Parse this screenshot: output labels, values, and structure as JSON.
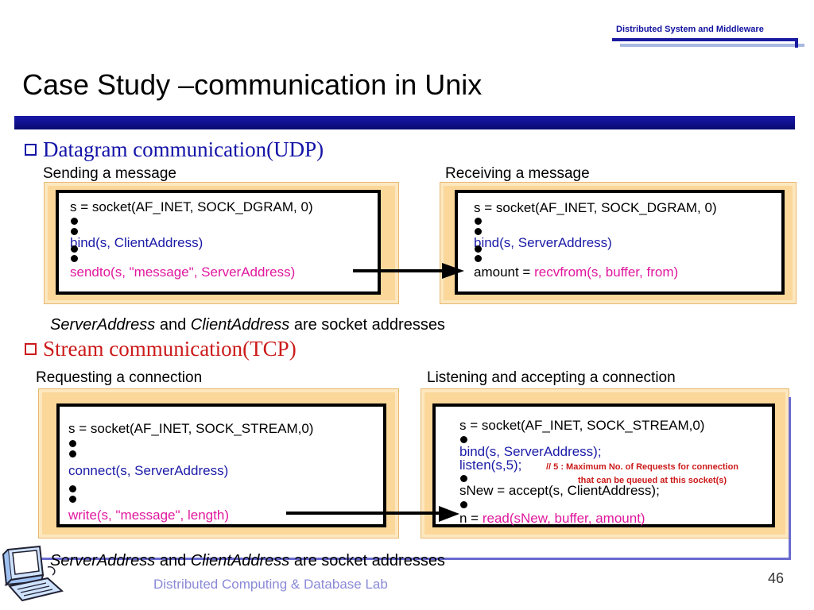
{
  "header": {
    "course_label": "Distributed System and Middleware",
    "title": "Case Study –communication in Unix"
  },
  "udp": {
    "heading": "Datagram communication(UDP)",
    "sender": {
      "caption": "Sending a message",
      "line1": "s = socket(AF_INET, SOCK_DGRAM, 0)",
      "line2": "bind(s, ClientAddress)",
      "line3": "sendto(s, \"message\", ServerAddress)"
    },
    "receiver": {
      "caption": "Receiving a message",
      "line1": "s = socket(AF_INET, SOCK_DGRAM, 0)",
      "line2": "bind(s, ServerAddress)",
      "line3_prefix": "amount = ",
      "line3_call": "recvfrom(s, buffer, from)"
    },
    "footnote": {
      "term1": "ServerAddress",
      "and": " and ",
      "term2": "ClientAddress",
      "rest": "  are socket addresses"
    }
  },
  "tcp": {
    "heading": "Stream communication(TCP)",
    "client": {
      "caption": "Requesting a connection",
      "line1": "s = socket(AF_INET, SOCK_STREAM,0)",
      "line2": "connect(s, ServerAddress)",
      "line3": "write(s, \"message\", length)"
    },
    "server": {
      "caption": "Listening and accepting a connection",
      "line1": "s = socket(AF_INET, SOCK_STREAM,0)",
      "line2": "bind(s, ServerAddress);",
      "line3": "listen(s,5);",
      "note1": "// 5 : Maximum No. of  Requests for connection",
      "note2": "that can be queued at this socket(s)",
      "line4": "sNew = accept(s, ClientAddress);",
      "line5_prefix": "n = ",
      "line5_call": "read(sNew, buffer, amount)"
    },
    "footnote": {
      "term1": "ServerAddress",
      "and": " and ",
      "term2": "ClientAddress",
      "rest": "  are socket addresses"
    }
  },
  "footer": {
    "lab": "Distributed Computing & Database Lab",
    "page": "46"
  }
}
